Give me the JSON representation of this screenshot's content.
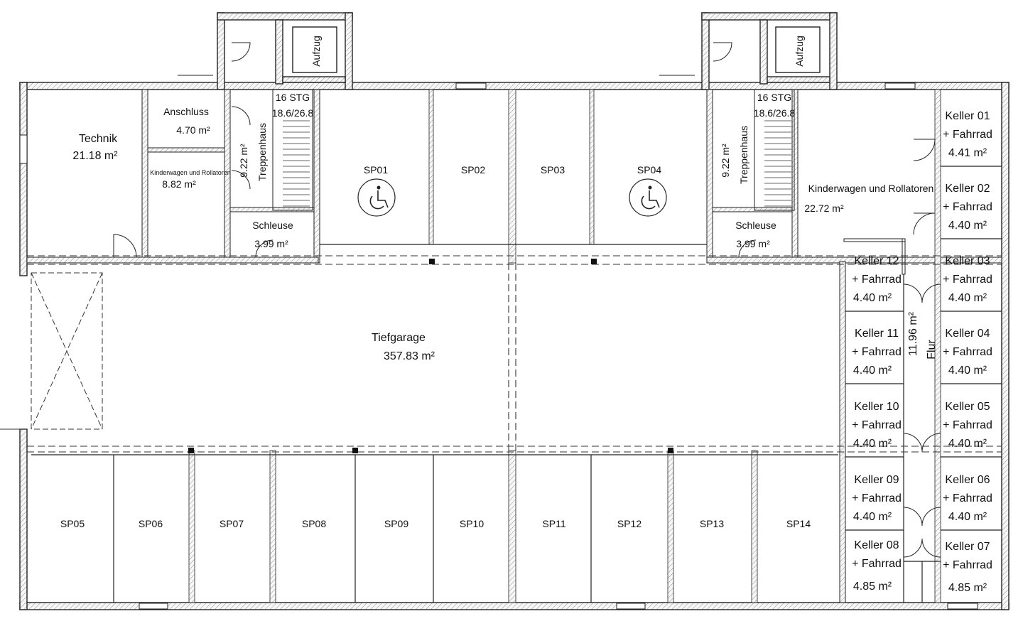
{
  "rooms": {
    "technik": {
      "name": "Technik",
      "area": "21.18 m²"
    },
    "anschluss": {
      "name": "Anschluss",
      "area": "4.70 m²"
    },
    "kinderwagen_small": {
      "name": "Kinderwagen und Rollatoren",
      "area": "8.82 m²"
    },
    "kinderwagen_large": {
      "name": "Kinderwagen und Rollatoren",
      "area": "22.72 m²"
    },
    "treppenhaus_left": {
      "name": "Treppenhaus",
      "area": "9.22 m²",
      "stairs": "16 STG",
      "steps": "18.6/26.8"
    },
    "treppenhaus_right": {
      "name": "Treppenhaus",
      "area": "9.22 m²",
      "stairs": "16 STG",
      "steps": "18.6/26.8"
    },
    "schleuse_left": {
      "name": "Schleuse",
      "area": "3.99 m²"
    },
    "schleuse_right": {
      "name": "Schleuse",
      "area": "3.99 m²"
    },
    "aufzug_left": {
      "name": "Aufzug"
    },
    "aufzug_right": {
      "name": "Aufzug"
    },
    "tiefgarage": {
      "name": "Tiefgarage",
      "area": "357.83 m²"
    },
    "flur": {
      "name": "Flur",
      "area": "11.96 m²"
    }
  },
  "parking_top": [
    "SP01",
    "SP02",
    "SP03",
    "SP04"
  ],
  "parking_bottom": [
    "SP05",
    "SP06",
    "SP07",
    "SP08",
    "SP09",
    "SP10",
    "SP11",
    "SP12",
    "SP13",
    "SP14"
  ],
  "keller_suffix": "+ Fahrrad",
  "keller_right": [
    {
      "name": "Keller 01",
      "area": "4.41 m²"
    },
    {
      "name": "Keller 02",
      "area": "4.40 m²"
    },
    {
      "name": "Keller 03",
      "area": "4.40 m²"
    },
    {
      "name": "Keller 04",
      "area": "4.40 m²"
    },
    {
      "name": "Keller 05",
      "area": "4.40 m²"
    },
    {
      "name": "Keller 06",
      "area": "4.40 m²"
    },
    {
      "name": "Keller 07",
      "area": "4.85 m²"
    }
  ],
  "keller_left": [
    {
      "name": "Keller 12",
      "area": "4.40 m²"
    },
    {
      "name": "Keller 11",
      "area": "4.40 m²"
    },
    {
      "name": "Keller 10",
      "area": "4.40 m²"
    },
    {
      "name": "Keller 09",
      "area": "4.40 m²"
    },
    {
      "name": "Keller 08",
      "area": "4.85 m²"
    }
  ],
  "icons": {
    "accessible_parking": "wheelchair-icon",
    "ramp": "ramp-cross-icon",
    "door": "door-swing-icon",
    "window": "window-icon",
    "column": "column-icon"
  },
  "colors": {
    "wall_fill": "#f4f4f4",
    "line": "#222222",
    "background": "#ffffff"
  }
}
